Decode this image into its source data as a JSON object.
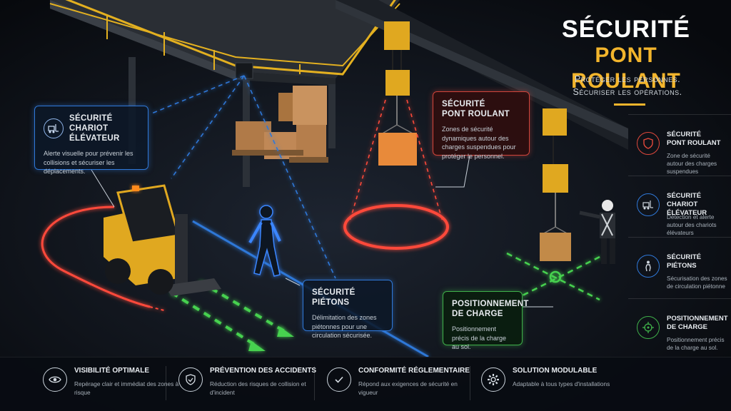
{
  "header": {
    "title_line1": "SÉCURITÉ",
    "title_line2": "PONT ROULANT",
    "subtitle_line1": "Protéger les personnes.",
    "subtitle_line2": "Sécuriser les opérations."
  },
  "callouts": {
    "forklift": {
      "title_line1": "Sécurité",
      "title_line2": "chariot élévateur",
      "desc": "Alerte visuelle pour prévenir les collisions et sécuriser les déplacements."
    },
    "crane": {
      "title_line1": "Sécurité",
      "title_line2": "pont roulant",
      "desc": "Zones de sécurité dynamiques autour des charges suspendues pour protéger le personnel."
    },
    "pedestrian": {
      "title": "Sécurité piétons",
      "desc": "Délimitation des zones piétonnes pour une circulation sécurisée."
    },
    "positioning": {
      "title_line1": "Positionnement",
      "title_line2": "de charge",
      "desc": "Positionnement précis de la charge au sol."
    }
  },
  "right_panel": [
    {
      "icon": "shield-icon",
      "color": "#e0483c",
      "title_line1": "Sécurité",
      "title_line2": "pont roulant",
      "desc": "Zone de sécurité autour des charges suspendues"
    },
    {
      "icon": "forklift-icon",
      "color": "#2f78d8",
      "title_line1": "Sécurité",
      "title_line2": "chariot élévateur",
      "desc": "Détection et alerte autour des chariots élévateurs"
    },
    {
      "icon": "pedestrian-icon",
      "color": "#2f78d8",
      "title_line1": "Sécurité",
      "title_line2": "piétons",
      "desc": "Sécurisation des zones de circulation piétonne"
    },
    {
      "icon": "target-icon",
      "color": "#3fb04a",
      "title_line1": "Positionnement",
      "title_line2": "de charge",
      "desc": "Positionnement précis de la charge au sol."
    }
  ],
  "bottom_bar": [
    {
      "icon": "eye-icon",
      "title": "Visibilité optimale",
      "desc": "Repérage clair et immédiat des zones à risque"
    },
    {
      "icon": "shield-check-icon",
      "title": "Prévention des accidents",
      "desc": "Réduction des risques de collision et d'incident"
    },
    {
      "icon": "check-circle-icon",
      "title": "Conformité réglementaire",
      "desc": "Répond aux exigences de sécurité en vigueur"
    },
    {
      "icon": "gear-icon",
      "title": "Solution modulable",
      "desc": "Adaptable à tous types d'installations"
    }
  ],
  "colors": {
    "accent": "#f3b52c",
    "red_zone": "#e0483c",
    "blue_zone": "#2f78d8",
    "green_zone": "#3fb04a"
  }
}
